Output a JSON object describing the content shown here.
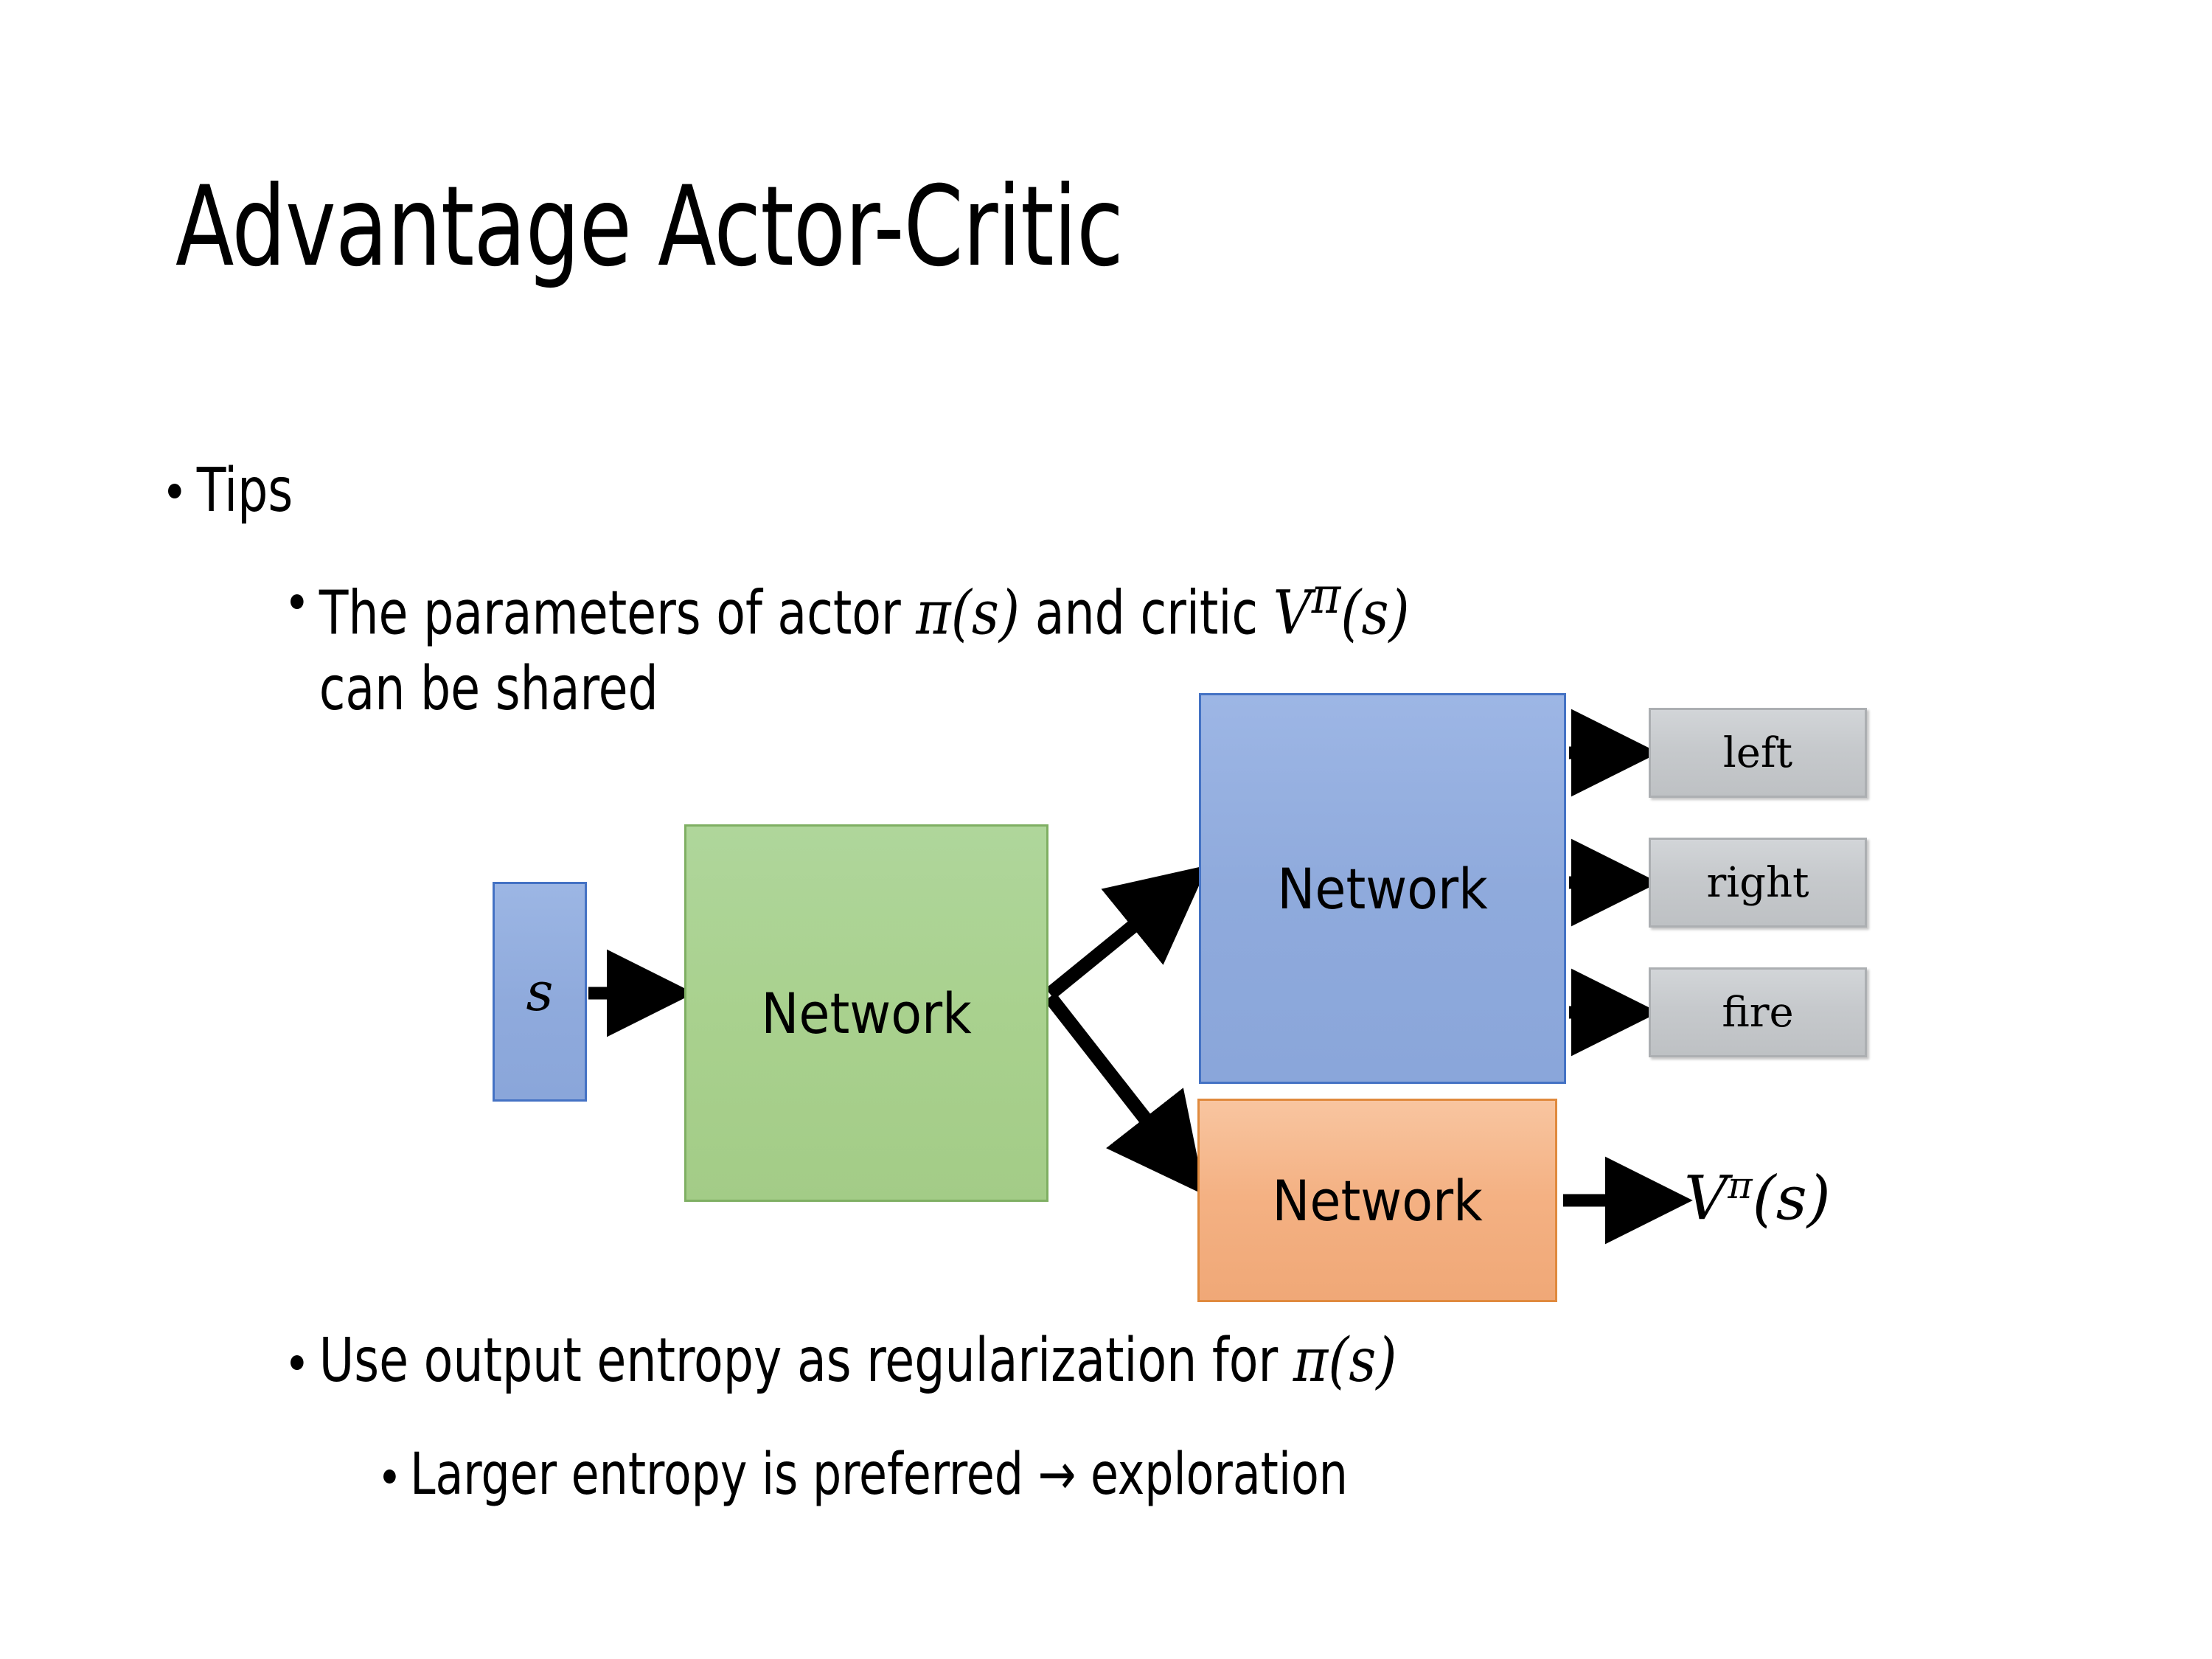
{
  "slide": {
    "title": "Advantage Actor-Critic",
    "background_color": "#FFFFFF",
    "text_color": "#000000"
  },
  "bullets": {
    "tips": "Tips",
    "parameters_line": "The parameters of actor π(s)  and critic Vπ(s) can be shared",
    "parameters_prefix": "The parameters of actor ",
    "parameters_pi": "π",
    "parameters_paren_s_1": "(s)",
    "parameters_mid": "  and critic ",
    "parameters_v": "V",
    "parameters_v_sup": "π",
    "parameters_paren_s_2": "(s)",
    "parameters_wrap": "can be shared",
    "entropy_prefix": "Use output entropy as regularization for ",
    "entropy_pi": "π",
    "entropy_paren_s": "(s)",
    "larger_entropy": "Larger entropy is preferred → exploration"
  },
  "diagram": {
    "input_state_label": "s",
    "shared_network_label": "Network",
    "actor_network_label": "Network",
    "critic_network_label": "Network",
    "action_outputs": [
      {
        "label": "left"
      },
      {
        "label": "right"
      },
      {
        "label": "fire"
      }
    ],
    "value_output": {
      "symbol": "V",
      "superscript": "π",
      "argument": "(s)"
    },
    "colors": {
      "state_box_fill": "#8FAADC",
      "state_box_border": "#4472C4",
      "shared_network_fill": "#A9D18E",
      "shared_network_border": "#7FAF63",
      "actor_network_fill": "#8FAADC",
      "actor_network_border": "#4472C4",
      "critic_network_fill": "#F4B183",
      "critic_network_border": "#E08A3E",
      "output_box_fill": "#C6C9CC",
      "output_box_border": "#ACAFB2",
      "arrow_color": "#000000"
    }
  }
}
